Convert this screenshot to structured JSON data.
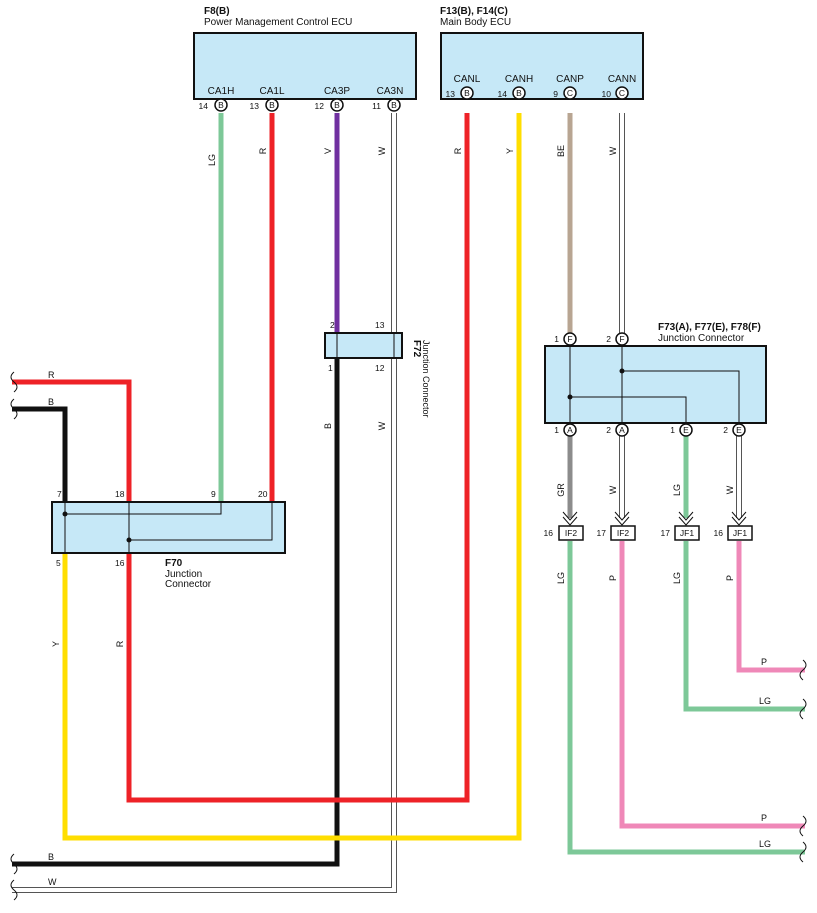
{
  "colors": {
    "LG": "#7dc898",
    "R": "#ee2227",
    "V": "#7030a0",
    "W": "#ffffff",
    "Y": "#ffde00",
    "BE": "#b8a592",
    "B": "#111111",
    "GR": "#8c8c8c",
    "P": "#ef88b8",
    "component_fill": "#c6e8f7"
  },
  "components": {
    "f8": {
      "id": "F8(B)",
      "name": "Power Management Control ECU",
      "pins": [
        {
          "label": "CA1H",
          "num": "14",
          "conn": "B"
        },
        {
          "label": "CA1L",
          "num": "13",
          "conn": "B"
        },
        {
          "label": "CA3P",
          "num": "12",
          "conn": "B"
        },
        {
          "label": "CA3N",
          "num": "11",
          "conn": "B"
        }
      ]
    },
    "f13": {
      "id": "F13(B), F14(C)",
      "name": "Main Body ECU",
      "pins": [
        {
          "label": "CANL",
          "num": "13",
          "conn": "B"
        },
        {
          "label": "CANH",
          "num": "14",
          "conn": "B"
        },
        {
          "label": "CANP",
          "num": "9",
          "conn": "C"
        },
        {
          "label": "CANN",
          "num": "10",
          "conn": "C"
        }
      ]
    },
    "f72": {
      "id": "F72",
      "name": "Junction Connector",
      "pins_top": [
        "2",
        "13"
      ],
      "pins_bottom": [
        "1",
        "12"
      ]
    },
    "f73": {
      "id": "F73(A), F77(E), F78(F)",
      "name": "Junction Connector",
      "pins_top": [
        {
          "num": "1",
          "conn": "F"
        },
        {
          "num": "2",
          "conn": "F"
        }
      ],
      "pins_bottom": [
        {
          "num": "1",
          "conn": "A"
        },
        {
          "num": "2",
          "conn": "A"
        },
        {
          "num": "1",
          "conn": "E"
        },
        {
          "num": "2",
          "conn": "E"
        }
      ]
    },
    "f70": {
      "id": "F70",
      "name_line1": "Junction",
      "name_line2": "Connector",
      "pins_top": [
        "7",
        "18",
        "9",
        "20"
      ],
      "pins_bottom": [
        "5",
        "16"
      ]
    }
  },
  "wire_labels": {
    "lg_top": "LG",
    "r_top": "R",
    "v_top": "V",
    "w_top": "W",
    "r_canl": "R",
    "y_canh": "Y",
    "be_canp": "BE",
    "w_cann": "W",
    "b_mid": "B",
    "w_mid": "W",
    "y_left": "Y",
    "r_left": "R",
    "r_stub": "R",
    "b_stub": "B",
    "b_bottom": "B",
    "w_bottom": "W",
    "gr": "GR",
    "w_a2": "W",
    "lg_e1": "LG",
    "w_e2": "W",
    "lg_out1": "LG",
    "p_out1": "P",
    "lg_out2": "LG",
    "p_out2": "P",
    "p_right1": "P",
    "lg_right1": "LG",
    "p_right2": "P",
    "lg_right2": "LG"
  },
  "inline_connectors": [
    {
      "num": "16",
      "code": "IF2"
    },
    {
      "num": "17",
      "code": "IF2"
    },
    {
      "num": "17",
      "code": "JF1"
    },
    {
      "num": "16",
      "code": "JF1"
    }
  ]
}
